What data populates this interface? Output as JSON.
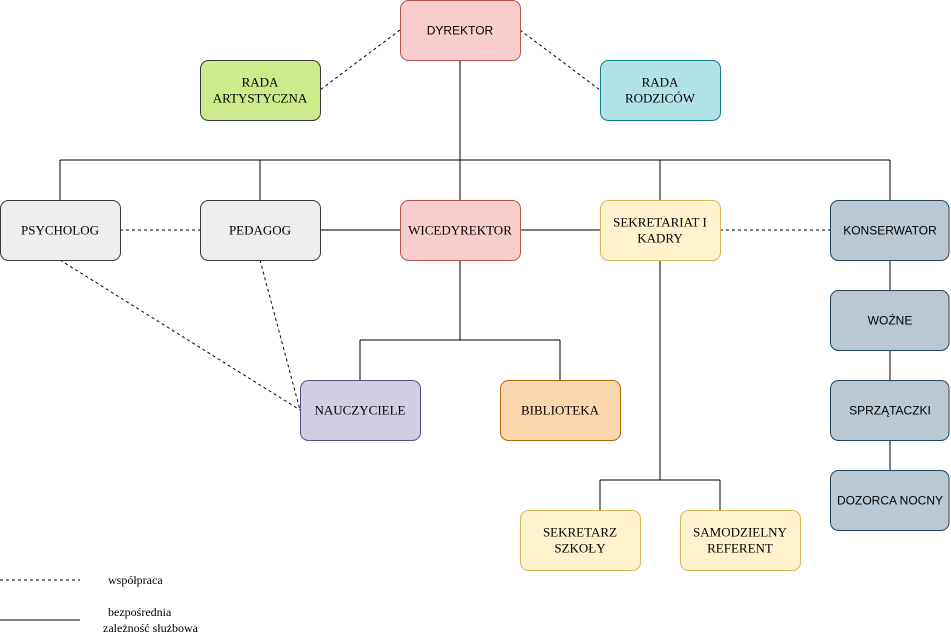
{
  "nodes": {
    "dyrektor": {
      "lines": [
        "DYREKTOR"
      ],
      "fill": "#f8cecc",
      "stroke": "#b85450"
    },
    "rada_art": {
      "lines": [
        "RADA",
        "ARTYSTYCZNA"
      ],
      "fill": "#cdeb8b",
      "stroke": "#36393d"
    },
    "rada_rodz": {
      "lines": [
        "RADA",
        "RODZICÓW"
      ],
      "fill": "#b0e3e6",
      "stroke": "#0e8088"
    },
    "psycholog": {
      "lines": [
        "PSYCHOLOG"
      ],
      "fill": "#eeeeee",
      "stroke": "#36393d"
    },
    "pedagog": {
      "lines": [
        "PEDAGOG"
      ],
      "fill": "#eeeeee",
      "stroke": "#36393d"
    },
    "wicedyrektor": {
      "lines": [
        "WICEDYREKTOR"
      ],
      "fill": "#f8cecc",
      "stroke": "#b85450"
    },
    "sekretariat": {
      "lines": [
        "SEKRETARIAT I",
        "KADRY"
      ],
      "fill": "#fff2cc",
      "stroke": "#d6b656"
    },
    "konserwator": {
      "lines": [
        "KONSERWATOR"
      ],
      "fill": "#bac8d3",
      "stroke": "#23445d"
    },
    "wozne": {
      "lines": [
        "WOŹNE"
      ],
      "fill": "#bac8d3",
      "stroke": "#23445d"
    },
    "sprzataczki": {
      "lines": [
        "SPRZĄTACZKI"
      ],
      "fill": "#bac8d3",
      "stroke": "#23445d"
    },
    "dozorca": {
      "lines": [
        "DOZORCA NOCNY"
      ],
      "fill": "#bac8d3",
      "stroke": "#23445d"
    },
    "nauczyciele": {
      "lines": [
        "NAUCZYCIELE"
      ],
      "fill": "#d0cee2",
      "stroke": "#56517e"
    },
    "biblioteka": {
      "lines": [
        "BIBLIOTEKA"
      ],
      "fill": "#fad7ac",
      "stroke": "#b46504"
    },
    "sekretarz": {
      "lines": [
        "SEKRETARZ",
        "SZKOŁY"
      ],
      "fill": "#fff2cc",
      "stroke": "#d6b656"
    },
    "referent": {
      "lines": [
        "SAMODZIELNY",
        "REFERENT"
      ],
      "fill": "#fff2cc",
      "stroke": "#d6b656"
    }
  },
  "edges": {
    "solid": [
      [
        "dyrektor",
        "wicedyrektor"
      ],
      [
        "dyrektor",
        "psycholog"
      ],
      [
        "dyrektor",
        "pedagog"
      ],
      [
        "dyrektor",
        "sekretariat"
      ],
      [
        "dyrektor",
        "konserwator"
      ],
      [
        "pedagog",
        "wicedyrektor"
      ],
      [
        "wicedyrektor",
        "sekretariat"
      ],
      [
        "wicedyrektor",
        "nauczyciele"
      ],
      [
        "wicedyrektor",
        "biblioteka"
      ],
      [
        "sekretariat",
        "sekretarz"
      ],
      [
        "sekretariat",
        "referent"
      ],
      [
        "konserwator",
        "wozne"
      ],
      [
        "wozne",
        "sprzataczki"
      ],
      [
        "sprzataczki",
        "dozorca"
      ]
    ],
    "dashed": [
      [
        "dyrektor",
        "rada_art"
      ],
      [
        "dyrektor",
        "rada_rodz"
      ],
      [
        "psycholog",
        "pedagog"
      ],
      [
        "sekretariat",
        "konserwator"
      ],
      [
        "psycholog",
        "nauczyciele"
      ],
      [
        "pedagog",
        "nauczyciele"
      ]
    ]
  },
  "legend": {
    "dashed_label": "współpraca",
    "solid_label_lines": [
      "bezpośrednia",
      "zależność służbowa"
    ]
  }
}
